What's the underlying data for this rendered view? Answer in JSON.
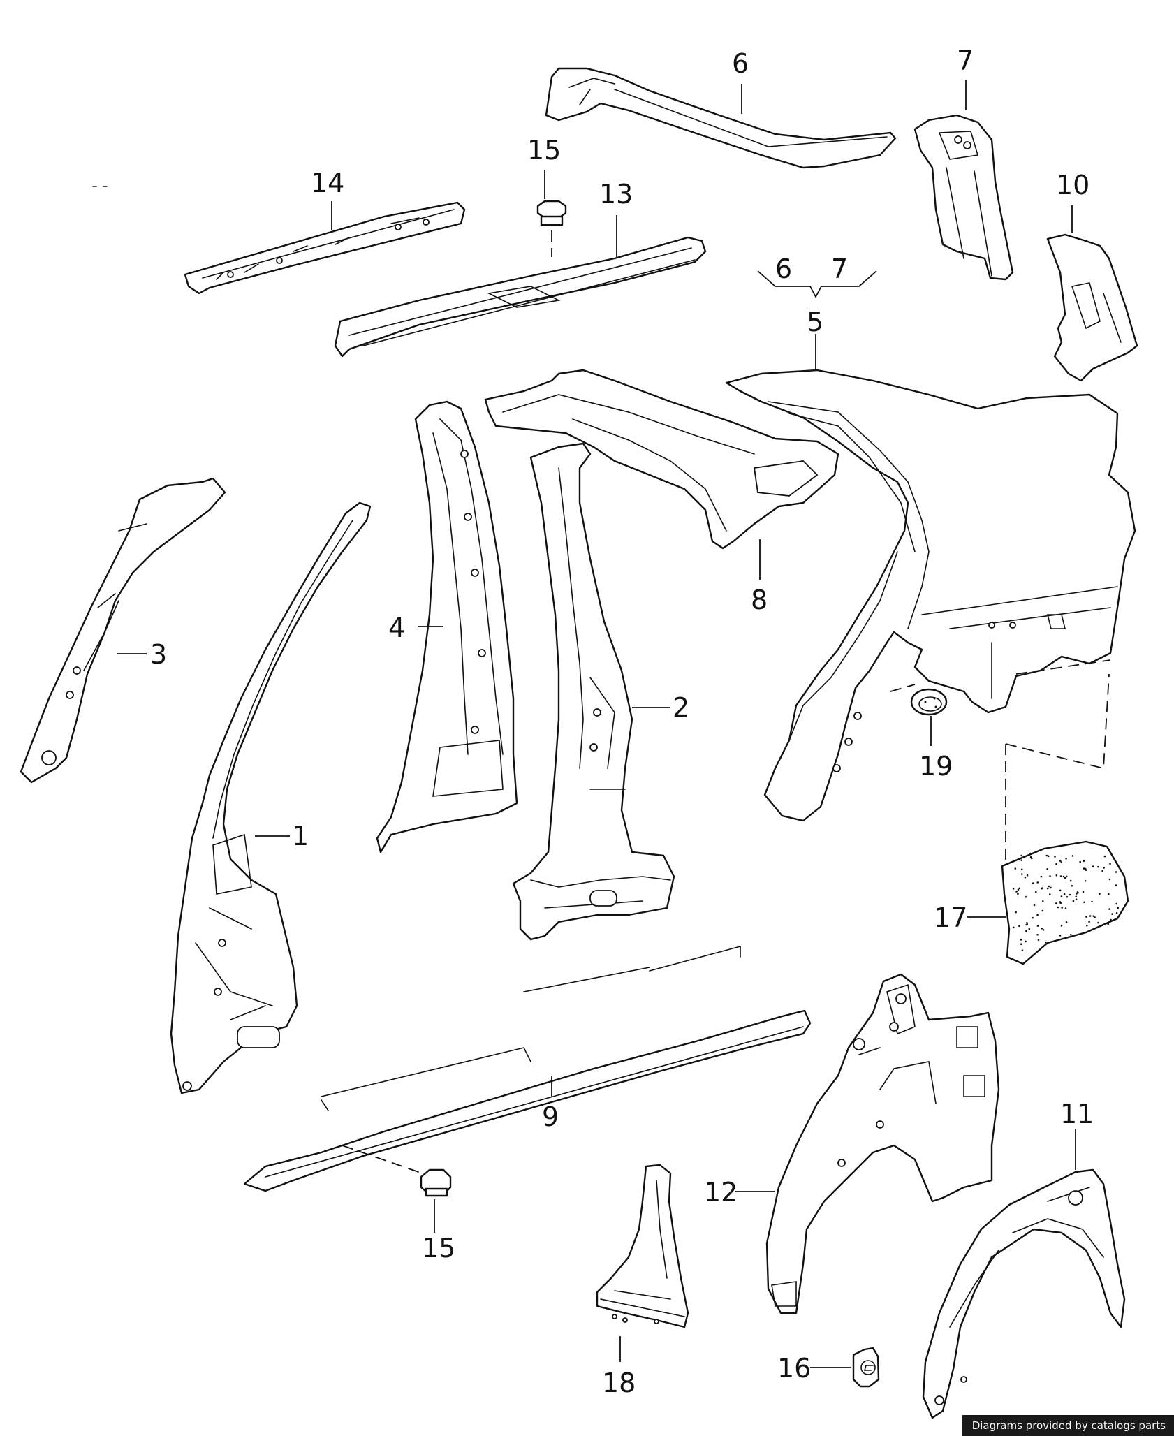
{
  "diagram": {
    "callouts": [
      {
        "id": "c1",
        "label": "1"
      },
      {
        "id": "c2",
        "label": "2"
      },
      {
        "id": "c3",
        "label": "3"
      },
      {
        "id": "c4",
        "label": "4"
      },
      {
        "id": "c5",
        "label": "5"
      },
      {
        "id": "c6",
        "label": "6"
      },
      {
        "id": "c6b",
        "label": "6"
      },
      {
        "id": "c7",
        "label": "7"
      },
      {
        "id": "c7b",
        "label": "7"
      },
      {
        "id": "c8",
        "label": "8"
      },
      {
        "id": "c9",
        "label": "9"
      },
      {
        "id": "c10",
        "label": "10"
      },
      {
        "id": "c11",
        "label": "11"
      },
      {
        "id": "c12",
        "label": "12"
      },
      {
        "id": "c13",
        "label": "13"
      },
      {
        "id": "c14",
        "label": "14"
      },
      {
        "id": "c15a",
        "label": "15"
      },
      {
        "id": "c15b",
        "label": "15"
      },
      {
        "id": "c16",
        "label": "16"
      },
      {
        "id": "c17",
        "label": "17"
      },
      {
        "id": "c18",
        "label": "18"
      },
      {
        "id": "c19",
        "label": "19"
      }
    ]
  },
  "footer": {
    "credit": "Diagrams provided by catalogs parts"
  }
}
